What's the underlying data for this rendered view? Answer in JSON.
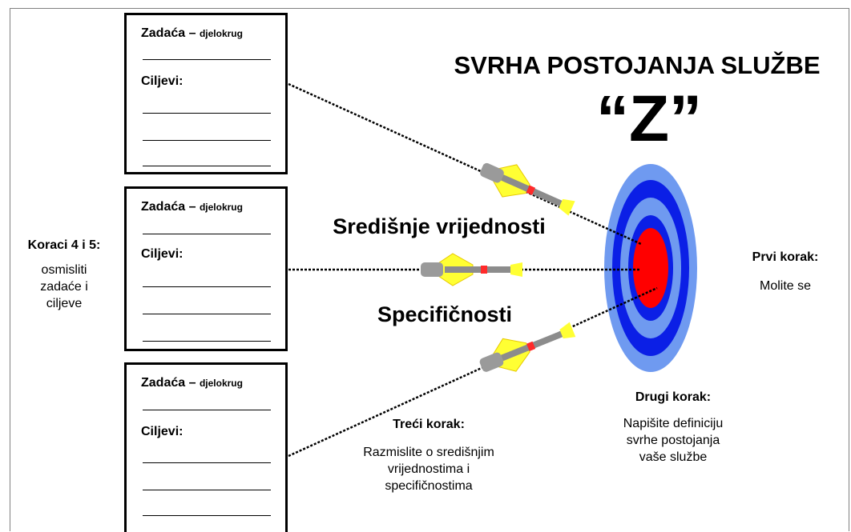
{
  "title": "SVRHA POSTOJANJA SLUŽBE",
  "z_label": "“Z”",
  "boxes": [
    {
      "task": "Zadaća –",
      "task_sub": "djelokrug",
      "goals": "Ciljevi:"
    },
    {
      "task": "Zadaća –",
      "task_sub": "djelokrug",
      "goals": "Ciljevi:"
    },
    {
      "task": "Zadaća –",
      "task_sub": "djelokrug",
      "goals": "Ciljevi:"
    }
  ],
  "steps_4_5": {
    "title": "Koraci 4 i 5:",
    "text": [
      "osmisliti",
      "zadaće i",
      "ciljeve"
    ]
  },
  "step1": {
    "title": "Prvi korak:",
    "text": "Molite se"
  },
  "step2": {
    "title": "Drugi korak:",
    "text": [
      "Napišite definiciju",
      "svrhe postojanja",
      "vaše službe"
    ]
  },
  "step3": {
    "title": "Treći korak:",
    "text": [
      "Razmislite o središnjim",
      "vrijednostima i",
      "specifičnostima"
    ]
  },
  "labels": {
    "core_values": "Središnje vrijednosti",
    "specifics": "Specifičnosti"
  },
  "colors": {
    "ring_light": "#5b8ae8",
    "ring_dark": "#0b1fe6",
    "bullseye": "#ff0000",
    "fletching": "#ffff33",
    "shaft": "#8c8c8c"
  }
}
